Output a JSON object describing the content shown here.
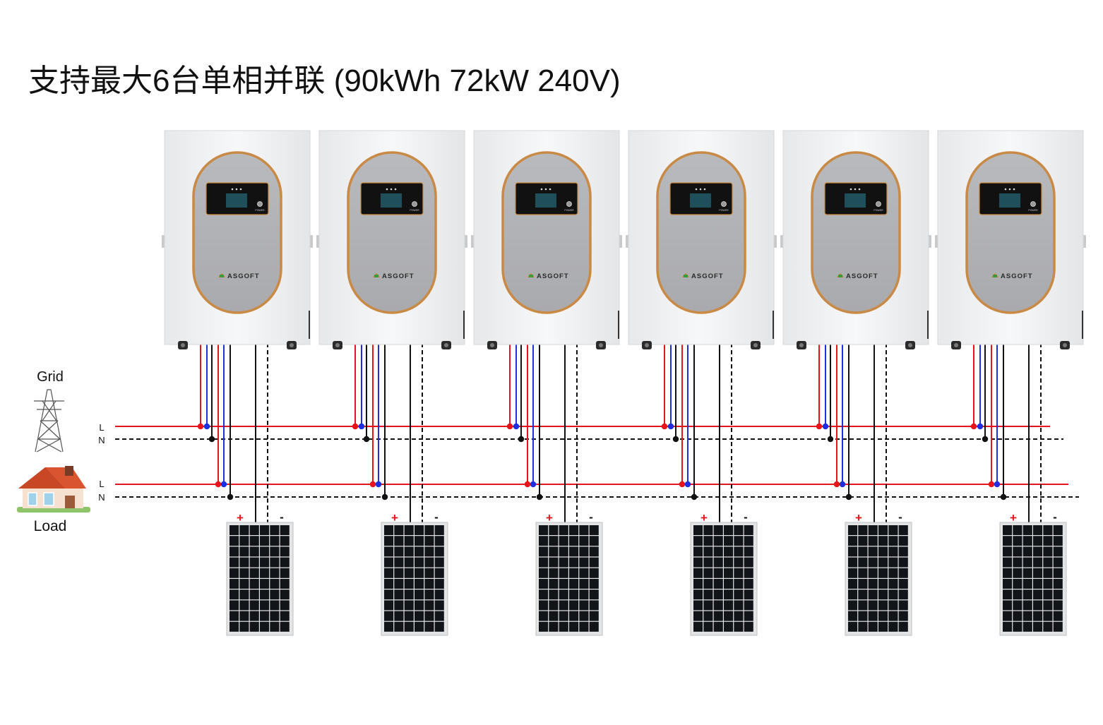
{
  "title": "支持最大6台单相并联 (90kWh 72kW 240V)",
  "sources": {
    "grid": {
      "label": "Grid",
      "line_label": "L",
      "neutral_label": "N"
    },
    "load": {
      "label": "Load",
      "line_label": "L",
      "neutral_label": "N"
    }
  },
  "units": [
    {
      "brand": "ASGOFT",
      "power_label": "POWER",
      "pv_plus": "+",
      "pv_minus": "-"
    },
    {
      "brand": "ASGOFT",
      "power_label": "POWER",
      "pv_plus": "+",
      "pv_minus": "-"
    },
    {
      "brand": "ASGOFT",
      "power_label": "POWER",
      "pv_plus": "+",
      "pv_minus": "-"
    },
    {
      "brand": "ASGOFT",
      "power_label": "POWER",
      "pv_plus": "+",
      "pv_minus": "-"
    },
    {
      "brand": "ASGOFT",
      "power_label": "POWER",
      "pv_plus": "+",
      "pv_minus": "-"
    },
    {
      "brand": "ASGOFT",
      "power_label": "POWER",
      "pv_plus": "+",
      "pv_minus": "-"
    }
  ],
  "colors": {
    "line": "#e8141b",
    "tap_red": "#e8141b",
    "tap_blue": "#1f2fe0",
    "neutral": "#111111",
    "accent_ring": "#c88a45",
    "panel_cell": "#111418",
    "cabinet": "#f1f2f4"
  },
  "icons": [
    "transmission-tower-icon",
    "house-icon",
    "solar-panel-icon",
    "inverter-battery-icon"
  ]
}
